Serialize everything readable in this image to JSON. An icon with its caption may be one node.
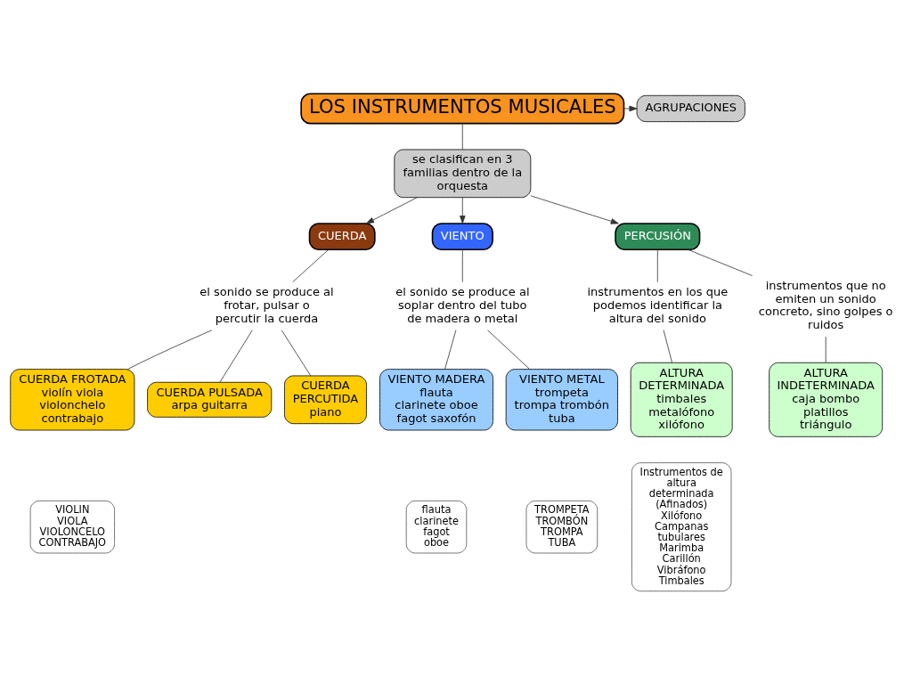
{
  "diagram": {
    "nodes": [
      {
        "text": [
          "LOS INSTRUMENTOS MUSICALES"
        ]
      },
      {
        "text": [
          "AGRUPACIONES"
        ]
      },
      {
        "text": [
          "se clasifican en 3 familias dentro de la orquesta"
        ]
      },
      {
        "text": [
          "CUERDA"
        ]
      },
      {
        "text": [
          "VIENTO"
        ]
      },
      {
        "text": [
          "PERCUSIÓN"
        ]
      },
      {
        "text": [
          "el sonido se produce al frotar, pulsar o percutir la cuerda"
        ]
      },
      {
        "text": [
          "el sonido se produce al soplar dentro del tubo de madera o metal"
        ]
      },
      {
        "text": [
          "instrumentos en los que podemos identificar la altura del sonido"
        ]
      },
      {
        "text": [
          "instrumentos que no emiten un sonido concreto, sino golpes o ruidos"
        ]
      },
      {
        "text": [
          "CUERDA FROTADA",
          "violín viola violonchelo contrabajo"
        ]
      },
      {
        "text": [
          "CUERDA PULSADA",
          "arpa guitarra"
        ]
      },
      {
        "text": [
          "CUERDA PERCUTIDA",
          "piano"
        ]
      },
      {
        "text": [
          "VIENTO MADERA",
          "flauta clarinete oboe fagot saxofón"
        ]
      },
      {
        "text": [
          "VIENTO METAL",
          "trompeta trompa trombón tuba"
        ]
      },
      {
        "text": [
          "ALTURA DETERMINADA",
          "timbales metalófono xilófono"
        ]
      },
      {
        "text": [
          "ALTURA INDETERMINADA",
          "caja bombo platillos triángulo"
        ]
      }
    ],
    "edges": [
      {
        "from": 0,
        "to": 1,
        "arrow": "to"
      },
      {
        "from": 0,
        "to": 2,
        "arrow": "none"
      },
      {
        "from": 2,
        "to": 3,
        "arrow": "to"
      },
      {
        "from": 2,
        "to": 4,
        "arrow": "to"
      },
      {
        "from": 2,
        "to": 5,
        "arrow": "to"
      },
      {
        "from": 3,
        "to": 6,
        "arrow": "none"
      },
      {
        "from": 6,
        "to": 10,
        "arrow": "none"
      },
      {
        "from": 6,
        "to": 11,
        "arrow": "none"
      },
      {
        "from": 6,
        "to": 12,
        "arrow": "none"
      },
      {
        "from": 4,
        "to": 7,
        "arrow": "none"
      },
      {
        "from": 7,
        "to": 13,
        "arrow": "none"
      },
      {
        "from": 7,
        "to": 14,
        "arrow": "none"
      },
      {
        "from": 5,
        "to": 8,
        "arrow": "none"
      },
      {
        "from": 5,
        "to": 9,
        "arrow": "none"
      },
      {
        "from": 8,
        "to": 15,
        "arrow": "none"
      },
      {
        "from": 9,
        "to": 16,
        "arrow": "none"
      }
    ],
    "labels": [
      "VIOLIN",
      "VIOLA",
      "VIOLONCELO",
      "CONTRABAJO",
      "flauta",
      "clarinete",
      "fagot",
      "oboe",
      "TROMPETA",
      "TROMBÓN",
      "TROMPA",
      "TUBA",
      "Instrumentos de altura determinada (Afinados)",
      "Xilófono",
      "Campanas tubulares",
      "Marimba",
      "Carillón",
      "Vibráfono",
      "Timbales"
    ]
  }
}
